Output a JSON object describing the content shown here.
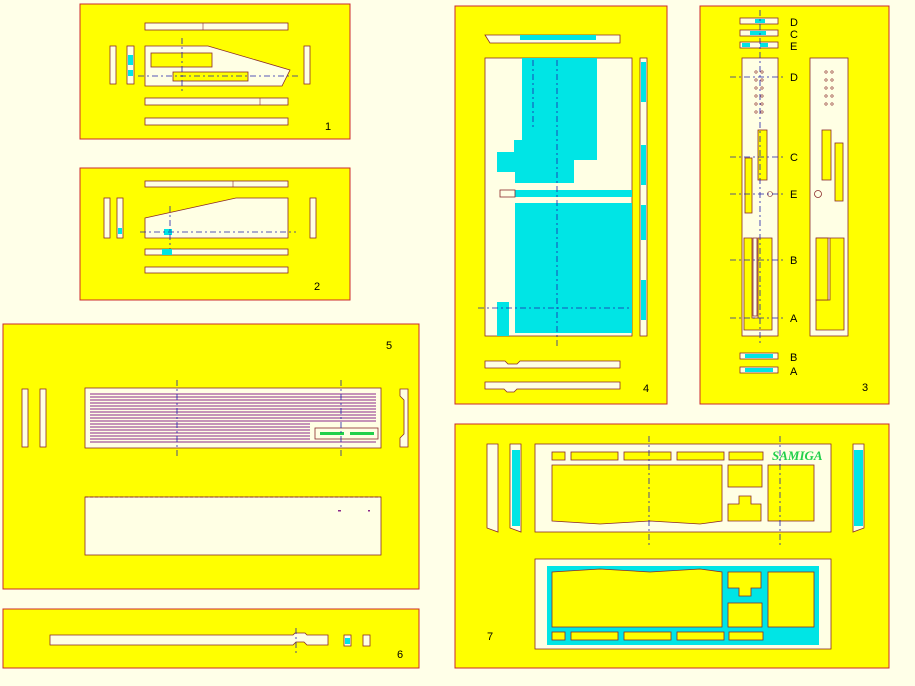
{
  "sheets": [
    {
      "id": "sheet-1",
      "label": "1"
    },
    {
      "id": "sheet-2",
      "label": "2"
    },
    {
      "id": "sheet-3",
      "label": "3"
    },
    {
      "id": "sheet-4",
      "label": "4"
    },
    {
      "id": "sheet-5",
      "label": "5"
    },
    {
      "id": "sheet-6",
      "label": "6"
    },
    {
      "id": "sheet-7",
      "label": "7"
    }
  ],
  "sections": {
    "top_strips": [
      "D",
      "C",
      "E"
    ],
    "bottom_strips": [
      "B",
      "A"
    ],
    "cut_lines": [
      "D",
      "C",
      "E",
      "B",
      "A"
    ]
  },
  "logo_text": "SAMIGA",
  "colors": {
    "sheet": "#ffff00",
    "border": "#cc2b2b",
    "part": "#ffffe4",
    "accent": "#00e5e5",
    "logo": "#22d04a",
    "center_line": "#2020aa",
    "vent": "#8b2a8b"
  }
}
